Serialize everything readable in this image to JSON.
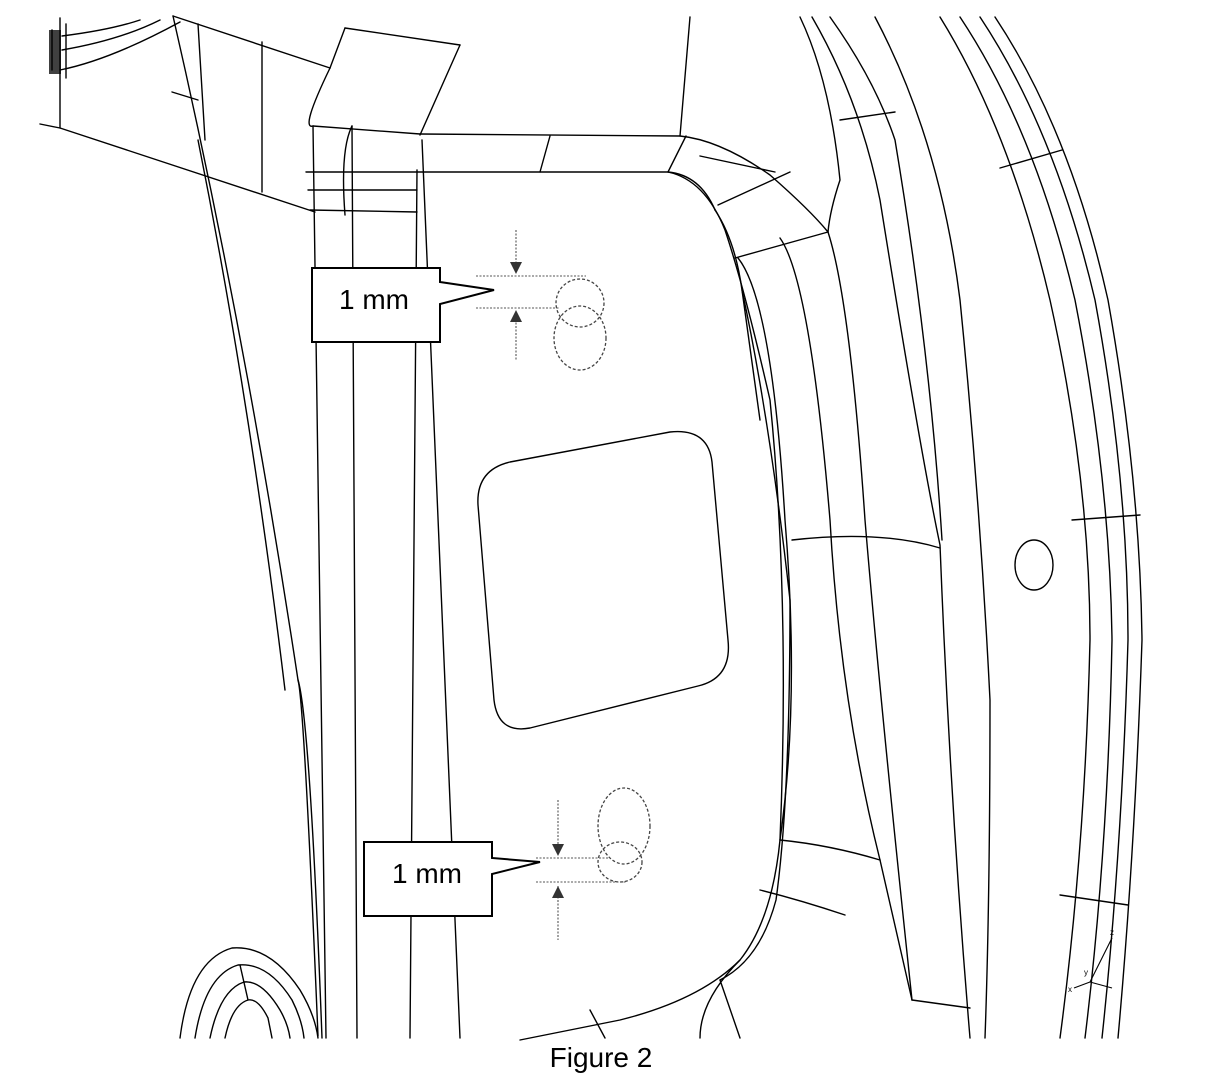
{
  "figure": {
    "caption": "Figure 2"
  },
  "callouts": [
    {
      "id": "upper",
      "label": "1 mm"
    },
    {
      "id": "lower",
      "label": "1 mm"
    }
  ],
  "triad": {
    "x_label": "x",
    "y_label": "y",
    "z_label": "z"
  },
  "colors": {
    "line": "#000000",
    "background": "#ffffff"
  }
}
